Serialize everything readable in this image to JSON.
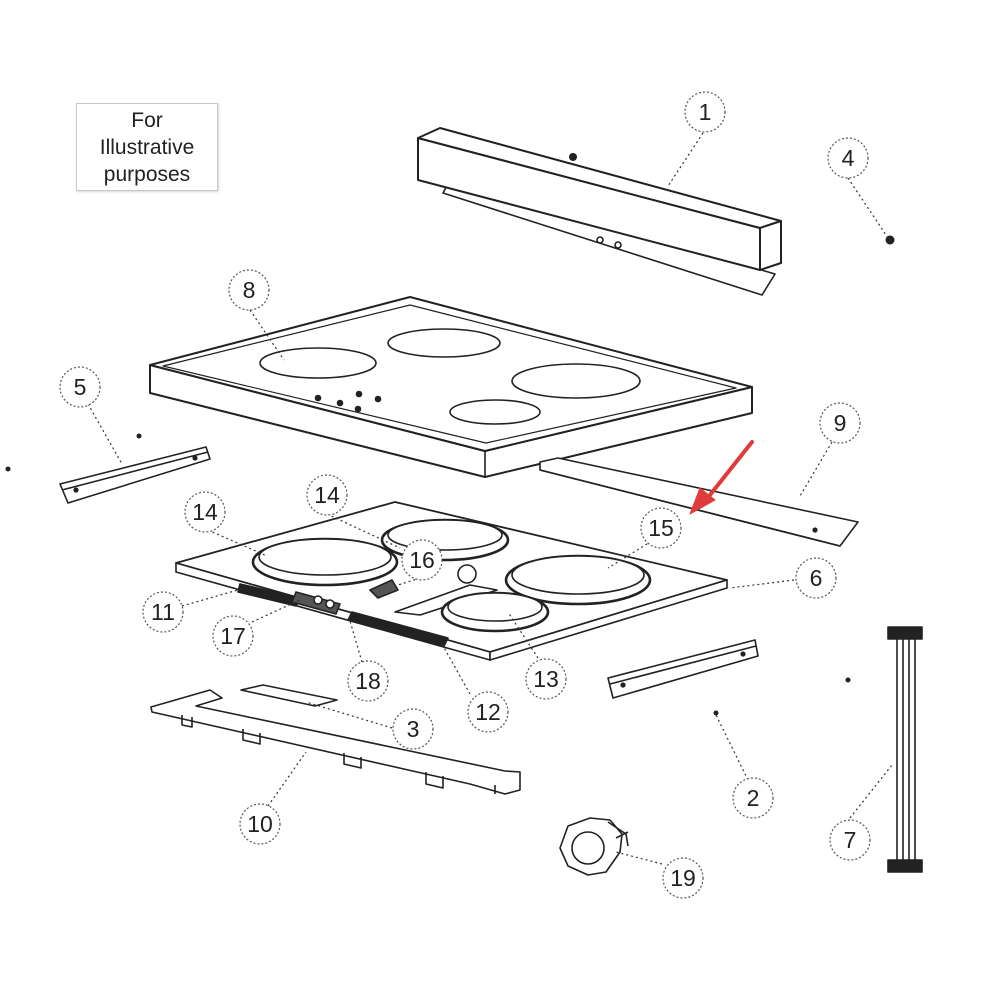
{
  "note": {
    "line1": "For",
    "line2": "Illustrative",
    "line3": "purposes"
  },
  "accent_color": "#e03a3a",
  "callouts": [
    {
      "id": "c1",
      "label": "1"
    },
    {
      "id": "c4",
      "label": "4"
    },
    {
      "id": "c8",
      "label": "8"
    },
    {
      "id": "c5",
      "label": "5"
    },
    {
      "id": "c9",
      "label": "9"
    },
    {
      "id": "c14a",
      "label": "14"
    },
    {
      "id": "c14b",
      "label": "14"
    },
    {
      "id": "c15",
      "label": "15"
    },
    {
      "id": "c16",
      "label": "16"
    },
    {
      "id": "c6",
      "label": "6"
    },
    {
      "id": "c11",
      "label": "11"
    },
    {
      "id": "c17",
      "label": "17"
    },
    {
      "id": "c18",
      "label": "18"
    },
    {
      "id": "c12",
      "label": "12"
    },
    {
      "id": "c13",
      "label": "13"
    },
    {
      "id": "c3",
      "label": "3"
    },
    {
      "id": "c10",
      "label": "10"
    },
    {
      "id": "c2",
      "label": "2"
    },
    {
      "id": "c7",
      "label": "7"
    },
    {
      "id": "c19",
      "label": "19"
    }
  ]
}
